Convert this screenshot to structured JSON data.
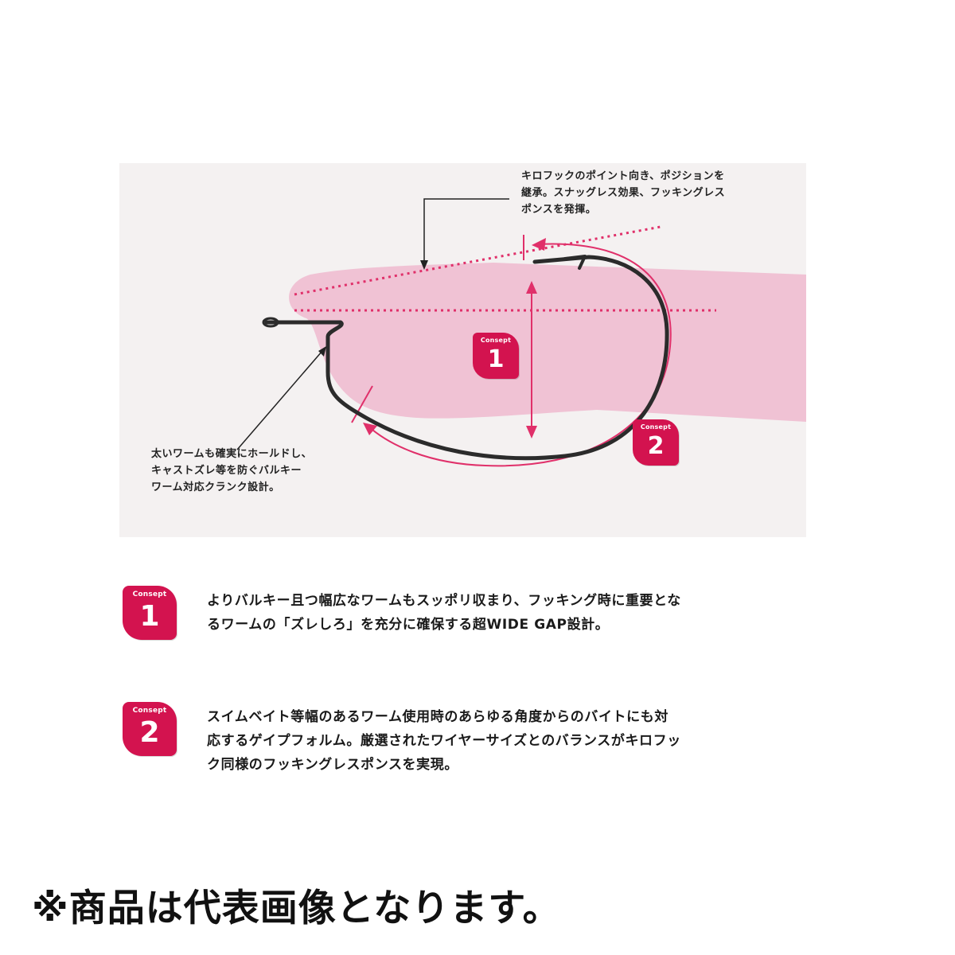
{
  "diagram": {
    "callout_top": "キロフックのポイント向き、ポジションを\n継承。スナッグレス効果、フッキングレス\nポンスを発揮。",
    "callout_bottom": "太いワームも確実にホールドし、\nキャストズレ等を防ぐバルキー\nワーム対応クランク設計。",
    "badge_1": {
      "caption": "Consept",
      "number": "1"
    },
    "badge_2": {
      "caption": "Consept",
      "number": "2"
    },
    "colors": {
      "worm": "#f0c2d4",
      "accent": "#d3134f",
      "dotted": "#e0306a",
      "hook": "#2b2b2b"
    }
  },
  "concepts": [
    {
      "caption": "Consept",
      "number": "1",
      "text": "よりバルキー且つ幅広なワームもスッポリ収まり、フッキング時に重要とな\nるワームの「ズレしろ」を充分に確保する超WIDE GAP設計。"
    },
    {
      "caption": "Consept",
      "number": "2",
      "text": "スイムベイト等幅のあるワーム使用時のあらゆる角度からのバイトにも対\n応するゲイプフォルム。厳選されたワイヤーサイズとのバランスがキロフッ\nク同様のフッキングレスポンスを実現。"
    }
  ],
  "footer_note": "※商品は代表画像となります。"
}
